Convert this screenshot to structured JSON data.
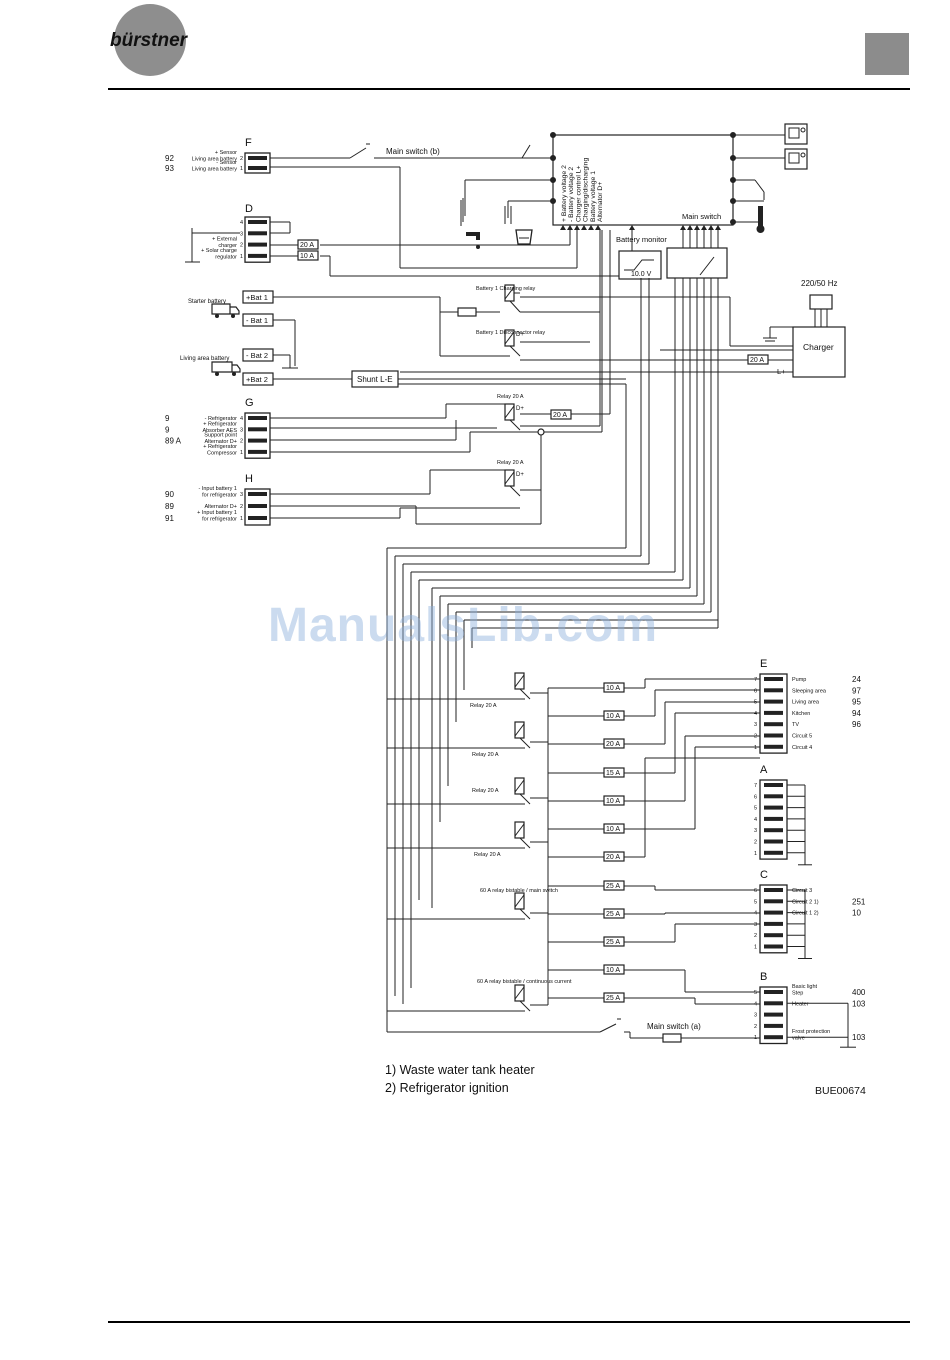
{
  "brand": "bürstner",
  "watermark": "ManualsLib.com",
  "reference_code": "BUE00674",
  "footnotes": [
    "1) Waste water tank heater",
    "2) Refrigerator ignition"
  ],
  "labels": {
    "main_switch_b": "Main switch (b)",
    "main_switch_a": "Main switch (a)",
    "main_switch": "Main switch",
    "battery_monitor": "Battery monitor",
    "battery_monitor_value": "10.0 V",
    "mains_supply": "220/50 Hz",
    "charger": "Charger",
    "charger_out": "L+",
    "shunt": "Shunt L-E",
    "starter_battery": "Starter battery",
    "living_area_battery": "Living area battery",
    "bat1_plus": "+Bat 1",
    "bat1_minus": "- Bat 1",
    "bat2_minus": "- Bat 2",
    "bat2_plus": "+Bat 2",
    "relay_charging": "Battery 1 Charging relay",
    "relay_disconnector": "Battery 1 Disconnector relay",
    "relay_20a": "Relay 20 A",
    "relay_60a_main": "60 A relay bistable / main switch",
    "relay_60a_cont": "60 A relay bistable / continuous current",
    "dplus": "D+"
  },
  "panel_signals": [
    "+ Battery voltage 2",
    "- Battery voltage 2",
    "Charger control L+",
    "Charging/discharging",
    "Battery voltage 1",
    "Alternator D+"
  ],
  "fuses": {
    "d_upper": "20 A",
    "d_lower": "10 A",
    "charger": "20 A",
    "relay_g": "20 A",
    "f1": "10 A",
    "f2": "10 A",
    "f3": "20 A",
    "f4": "15 A",
    "f5": "10 A",
    "f6": "10 A",
    "f7": "20 A",
    "f8": "25 A",
    "f9": "25 A",
    "f10": "25 A",
    "f11": "10 A",
    "f12": "25 A"
  },
  "connectors": {
    "F": {
      "name": "F",
      "pins": [
        {
          "label": "+ Sensor\nLiving area battery",
          "pin": "2",
          "wire": "92"
        },
        {
          "label": "- Sensor\nLiving area battery",
          "pin": "1",
          "wire": "93"
        }
      ]
    },
    "D": {
      "name": "D",
      "pins": [
        {
          "label": "",
          "pin": "4",
          "wire": ""
        },
        {
          "label": "",
          "pin": "3",
          "wire": ""
        },
        {
          "label": "+ External\ncharger",
          "pin": "2",
          "wire": ""
        },
        {
          "label": "+ Solar charge\nregulator",
          "pin": "1",
          "wire": ""
        }
      ]
    },
    "G": {
      "name": "G",
      "pins": [
        {
          "label": "- Refrigerator",
          "pin": "4",
          "wire": "9"
        },
        {
          "label": "+ Refrigerator\nAbsorber AES",
          "pin": "3",
          "wire": "9"
        },
        {
          "label": "Support point\nAlternator D+",
          "pin": "2",
          "wire": "89 A"
        },
        {
          "label": "+ Refrigerator\nCompressor",
          "pin": "1",
          "wire": ""
        }
      ]
    },
    "H": {
      "name": "H",
      "pins": [
        {
          "label": "- Input battery 1\nfor refrigerator",
          "pin": "3",
          "wire": "90"
        },
        {
          "label": "Alternator D+",
          "pin": "2",
          "wire": "89"
        },
        {
          "label": "+ Input battery 1\nfor refrigerator",
          "pin": "1",
          "wire": "91"
        }
      ]
    },
    "E": {
      "name": "E",
      "pins": [
        {
          "label": "Pump",
          "pin": "7",
          "wire": "24"
        },
        {
          "label": "Sleeping area",
          "pin": "6",
          "wire": "97"
        },
        {
          "label": "Living area",
          "pin": "5",
          "wire": "95"
        },
        {
          "label": "Kitchen",
          "pin": "4",
          "wire": "94"
        },
        {
          "label": "TV",
          "pin": "3",
          "wire": "96"
        },
        {
          "label": "Circuit 5",
          "pin": "2",
          "wire": ""
        },
        {
          "label": "Circuit 4",
          "pin": "1",
          "wire": ""
        }
      ]
    },
    "A": {
      "name": "A",
      "pins": [
        {
          "label": "",
          "pin": "7",
          "wire": ""
        },
        {
          "label": "",
          "pin": "6",
          "wire": ""
        },
        {
          "label": "",
          "pin": "5",
          "wire": ""
        },
        {
          "label": "",
          "pin": "4",
          "wire": ""
        },
        {
          "label": "",
          "pin": "3",
          "wire": ""
        },
        {
          "label": "",
          "pin": "2",
          "wire": ""
        },
        {
          "label": "",
          "pin": "1",
          "wire": ""
        }
      ]
    },
    "C": {
      "name": "C",
      "pins": [
        {
          "label": "Circuit 3",
          "pin": "6",
          "wire": ""
        },
        {
          "label": "Circuit 2  1)",
          "pin": "5",
          "wire": "251"
        },
        {
          "label": "Circuit 1  2)",
          "pin": "4",
          "wire": "10"
        },
        {
          "label": "",
          "pin": "3",
          "wire": ""
        },
        {
          "label": "",
          "pin": "2",
          "wire": ""
        },
        {
          "label": "",
          "pin": "1",
          "wire": ""
        }
      ]
    },
    "B": {
      "name": "B",
      "pins": [
        {
          "label": "Basic light\nStep",
          "pin": "5",
          "wire": "400"
        },
        {
          "label": "Heater",
          "pin": "4",
          "wire": "103"
        },
        {
          "label": "",
          "pin": "3",
          "wire": ""
        },
        {
          "label": "",
          "pin": "2",
          "wire": ""
        },
        {
          "label": "Frost protection\nvalve",
          "pin": "1",
          "wire": "103"
        }
      ]
    }
  }
}
